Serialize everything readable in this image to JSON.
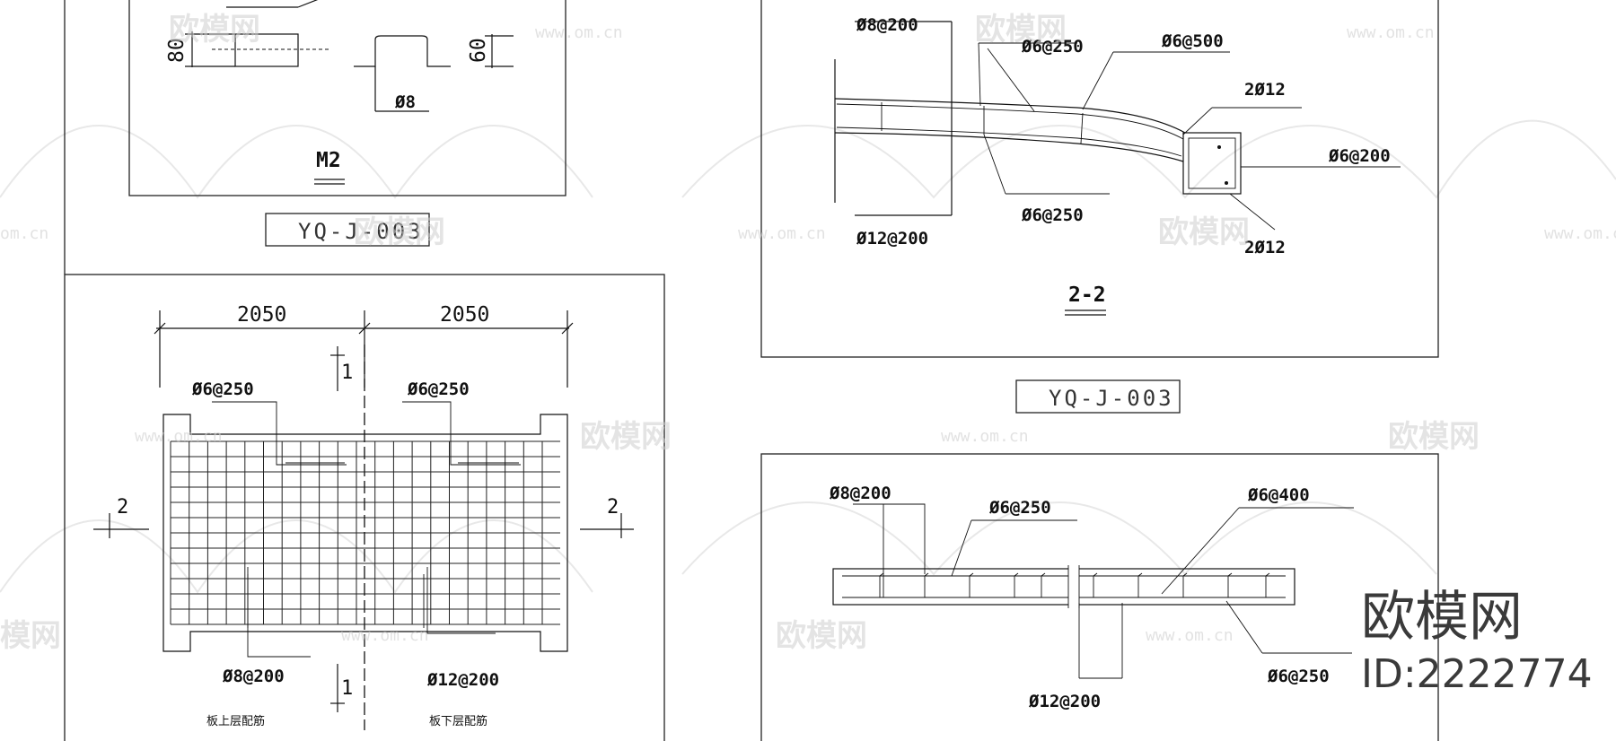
{
  "top_left_panel": {
    "dim_80": "80",
    "dim_60": "60",
    "bar_label": "Ø8",
    "title": "M2",
    "drawing_code": "YQ-J-003"
  },
  "plan_panel": {
    "dim_left": "2050",
    "dim_right": "2050",
    "label_top_left": "Ø6@250",
    "label_top_right": "Ø6@250",
    "label_bottom_left": "Ø8@200",
    "label_bottom_right": "Ø12@200",
    "section_marks": [
      "1",
      "1",
      "2",
      "2"
    ],
    "caption_left": "板上层配筋",
    "caption_right": "板下层配筋"
  },
  "section_2_2": {
    "labels": [
      "Ø8@200",
      "Ø6@250",
      "Ø6@500",
      "2Ø12",
      "Ø6@200",
      "Ø12@200",
      "Ø6@250",
      "2Ø12"
    ],
    "title": "2-2",
    "drawing_code": "YQ-J-003"
  },
  "section_1_1": {
    "labels": [
      "Ø8@200",
      "Ø6@250",
      "Ø6@400",
      "Ø12@200",
      "Ø6@250"
    ]
  },
  "watermarks": {
    "site_url": "www.om.cn",
    "url_fragment": "om.cn",
    "logo_text": "欧模网",
    "partial_logo": "模网"
  },
  "brand": {
    "name": "欧模网",
    "id_text": "ID:2222774"
  }
}
